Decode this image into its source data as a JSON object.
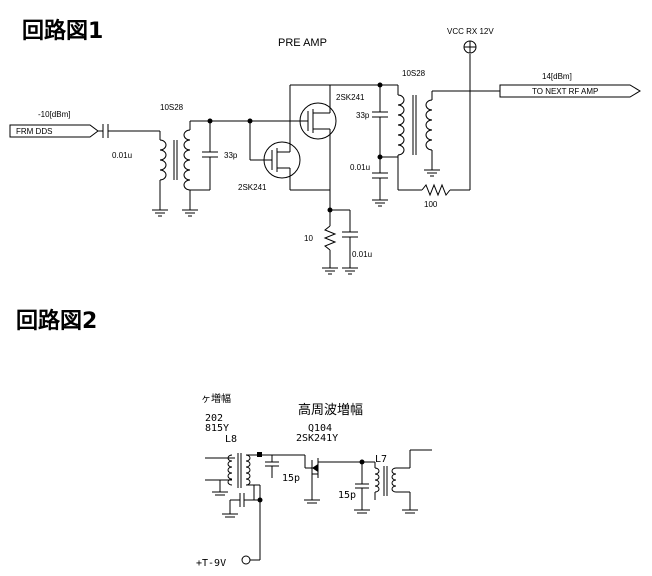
{
  "circuit1": {
    "heading": "回路図1",
    "title": "PRE AMP",
    "input_port": "FRM DDS",
    "input_level": "-10[dBm]",
    "output_port": "TO NEXT RF AMP",
    "output_level": "14[dBm]",
    "vcc_label": "VCC RX 12V",
    "coil_label_1": "10S28",
    "coil_label_2": "10S28",
    "cap_in": "0.01u",
    "cap_tune_1": "33p",
    "cap_tune_2": "33p",
    "cap_bypass_top": "0.01u",
    "cap_bypass_src": "0.01u",
    "fet_1": "2SK241",
    "fet_2": "2SK241",
    "res_source": "10",
    "res_feed": "100"
  },
  "circuit2": {
    "heading": "回路図2",
    "stage_prev": "ヶ増幅",
    "part_202": "202",
    "part_815y": "815Y",
    "coil_l8": "L8",
    "stage_rf": "高周波増幅",
    "part_q104": "Q104",
    "part_fet": "2SK241Y",
    "coil_l7": "L7",
    "cap_1": "15p",
    "cap_2": "15p",
    "supply": "+T-9V"
  }
}
